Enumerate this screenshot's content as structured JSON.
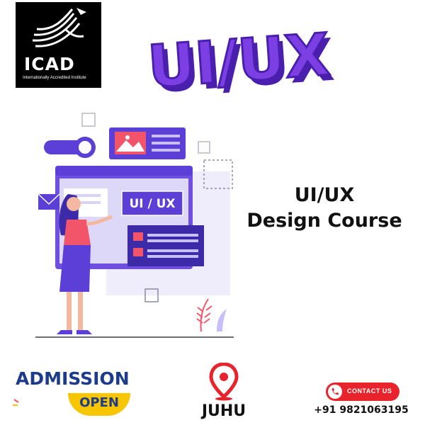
{
  "brand": {
    "name": "ICAD",
    "tagline": "Internationally Accredited Institute"
  },
  "hero": {
    "text": "UI/UX"
  },
  "illustration": {
    "screen_label": "UI / UX"
  },
  "course": {
    "line1": "UI/UX",
    "line2": "Design Course"
  },
  "admission": {
    "word1": "ADMISSION",
    "word2": "OPEN"
  },
  "location": {
    "name": "JUHU"
  },
  "contact": {
    "button_label": "CONTACT US",
    "phone": "+91 9821063195"
  },
  "colors": {
    "purple": "#7b3fe4",
    "dark_purple": "#4b1fae",
    "red": "#e8232c",
    "yellow": "#f7c600",
    "navy": "#1d3b8b"
  }
}
